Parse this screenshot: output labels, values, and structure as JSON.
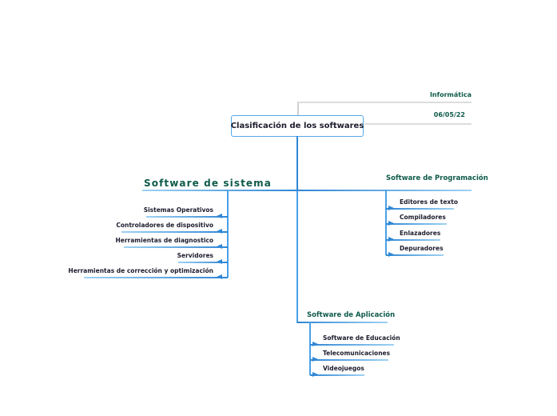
{
  "root": {
    "label": "Clasificación de los softwares"
  },
  "meta": {
    "topic": "Informática",
    "date": "06/05/22"
  },
  "branches": [
    {
      "id": "sistema",
      "label": "Software de sistema",
      "children": [
        "Sistemas Operativos",
        "Controladores de dispositivo",
        "Herramientas de diagnostico",
        "Servidores",
        "Herramientas de corrección y optimización"
      ]
    },
    {
      "id": "programacion",
      "label": "Software de Programación",
      "children": [
        "Editores de texto",
        "Compiladores",
        "Enlazadores",
        "Depuradores"
      ]
    },
    {
      "id": "aplicacion",
      "label": "Software de Aplicación",
      "children": [
        "Software de Educación",
        "Telecomunicaciones",
        "Videojuegos"
      ]
    }
  ],
  "colors": {
    "title_text": "#0e5a4a",
    "node_text": "#1c1c2e",
    "branch_line": "#58aae9",
    "trunk_line": "#2e86d5",
    "meta_line": "#dcdcdc",
    "root_border": "#55a9e8"
  }
}
